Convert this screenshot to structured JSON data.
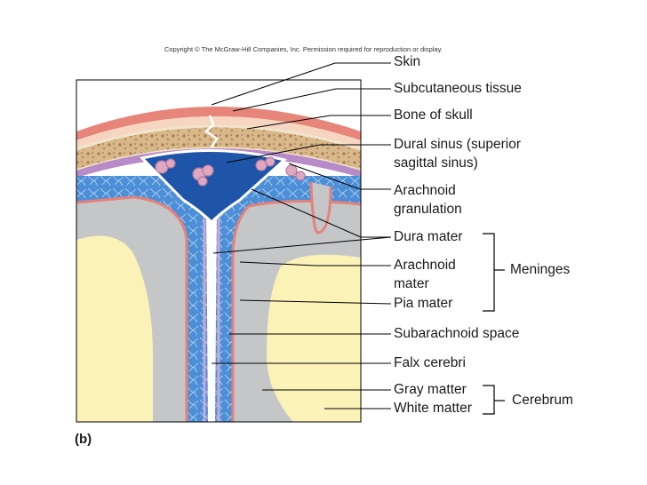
{
  "copyright": "Copyright © The McGraw-Hill Companies, Inc. Permission required for reproduction or display.",
  "panel_letter": "(b)",
  "labels": {
    "skin": "Skin",
    "subcutaneous_tissue": "Subcutaneous tissue",
    "bone_of_skull": "Bone of skull",
    "dural_sinus_1": "Dural sinus (superior",
    "dural_sinus_2": "sagittal sinus)",
    "arachnoid_granulation_1": "Arachnoid",
    "arachnoid_granulation_2": "granulation",
    "dura_mater": "Dura mater",
    "arachnoid_mater_1": "Arachnoid",
    "arachnoid_mater_2": "mater",
    "pia_mater": "Pia mater",
    "subarachnoid_space": "Subarachnoid space",
    "falx_cerebri": "Falx cerebri",
    "gray_matter": "Gray matter",
    "white_matter": "White matter"
  },
  "groups": {
    "meninges": "Meninges",
    "cerebrum": "Cerebrum"
  },
  "colors": {
    "skin": "#e8857a",
    "subcutaneous": "#f6d6c0",
    "bone": "#d8b88a",
    "sinus": "#1f55a8",
    "subarachnoid": "#4d8fd6",
    "gray_matter": "#c4c6c8",
    "white_matter": "#fbf2b8",
    "pia": "#e8807a",
    "arachnoid": "#c9a8d8"
  }
}
